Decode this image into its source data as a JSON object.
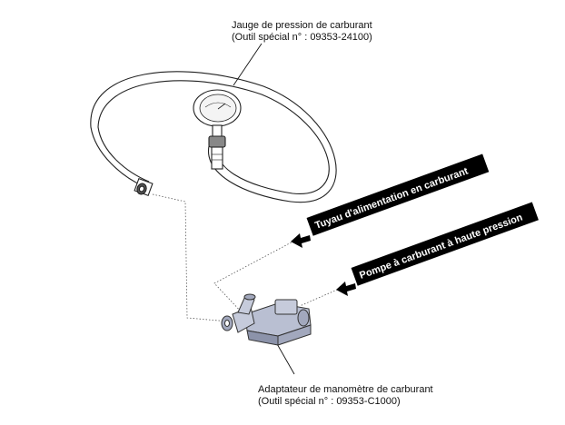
{
  "labels": {
    "gauge": {
      "line1": "Jauge de pression de carburant",
      "line2": "(Outil spécial n° : 09353-24100)"
    },
    "supply_pipe": "Tuyau d'alimentation en carburant",
    "high_pressure_pump": "Pompe à carburant à haute pression",
    "adapter": {
      "line1": "Adaptateur de manomètre de carburant",
      "line2": "(Outil spécial n° : 09353-C1000)"
    }
  },
  "colors": {
    "line": "#222222",
    "tag_background": "#000000",
    "tag_text": "#ffffff",
    "adapter_fill": "#b9bfd2",
    "adapter_shade": "#8c93aa"
  }
}
